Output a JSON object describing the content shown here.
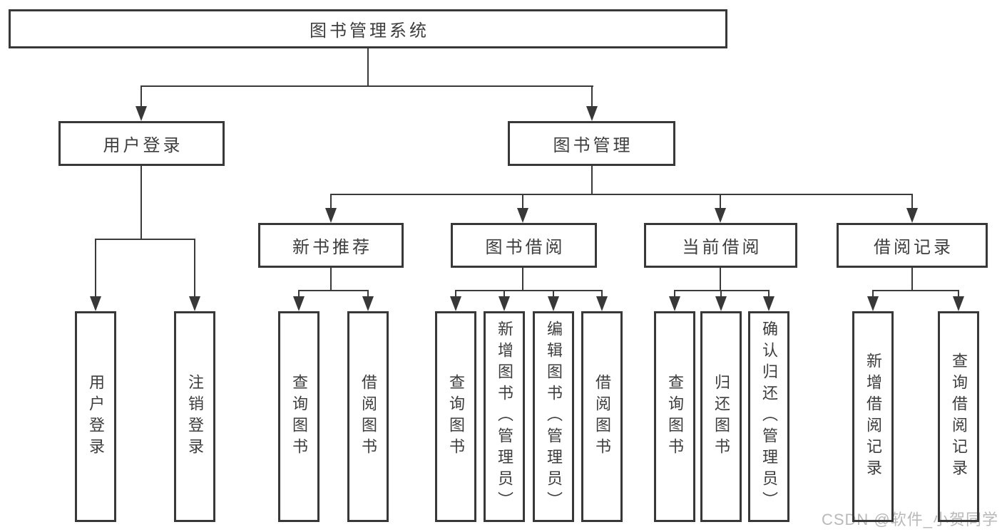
{
  "diagram": {
    "title": "图书管理系统",
    "colors": {
      "background": "#ffffff",
      "line": "#3a3a3a",
      "box_border": "#383838",
      "text": "#3d3d3d",
      "watermark": "#b9b9b9"
    },
    "tree": {
      "root": {
        "label": "图书管理系统"
      },
      "level2": [
        {
          "label": "用户登录",
          "leaves": [
            {
              "label": "用户登录"
            },
            {
              "label": "注销登录"
            }
          ]
        },
        {
          "label": "图书管理",
          "groups": [
            {
              "label": "新书推荐",
              "leaves": [
                {
                  "label": "查询图书"
                },
                {
                  "label": "借阅图书"
                }
              ]
            },
            {
              "label": "图书借阅",
              "leaves": [
                {
                  "label": "查询图书"
                },
                {
                  "label": "新增图书（管理员）"
                },
                {
                  "label": "编辑图书（管理员）"
                },
                {
                  "label": "借阅图书"
                }
              ]
            },
            {
              "label": "当前借阅",
              "leaves": [
                {
                  "label": "查询图书"
                },
                {
                  "label": "归还图书"
                },
                {
                  "label": "确认归还（管理员）"
                }
              ]
            },
            {
              "label": "借阅记录",
              "leaves": [
                {
                  "label": "新增借阅记录"
                },
                {
                  "label": "查询借阅记录"
                }
              ]
            }
          ]
        }
      ]
    },
    "watermark": "CSDN @软件_小贺同学"
  }
}
